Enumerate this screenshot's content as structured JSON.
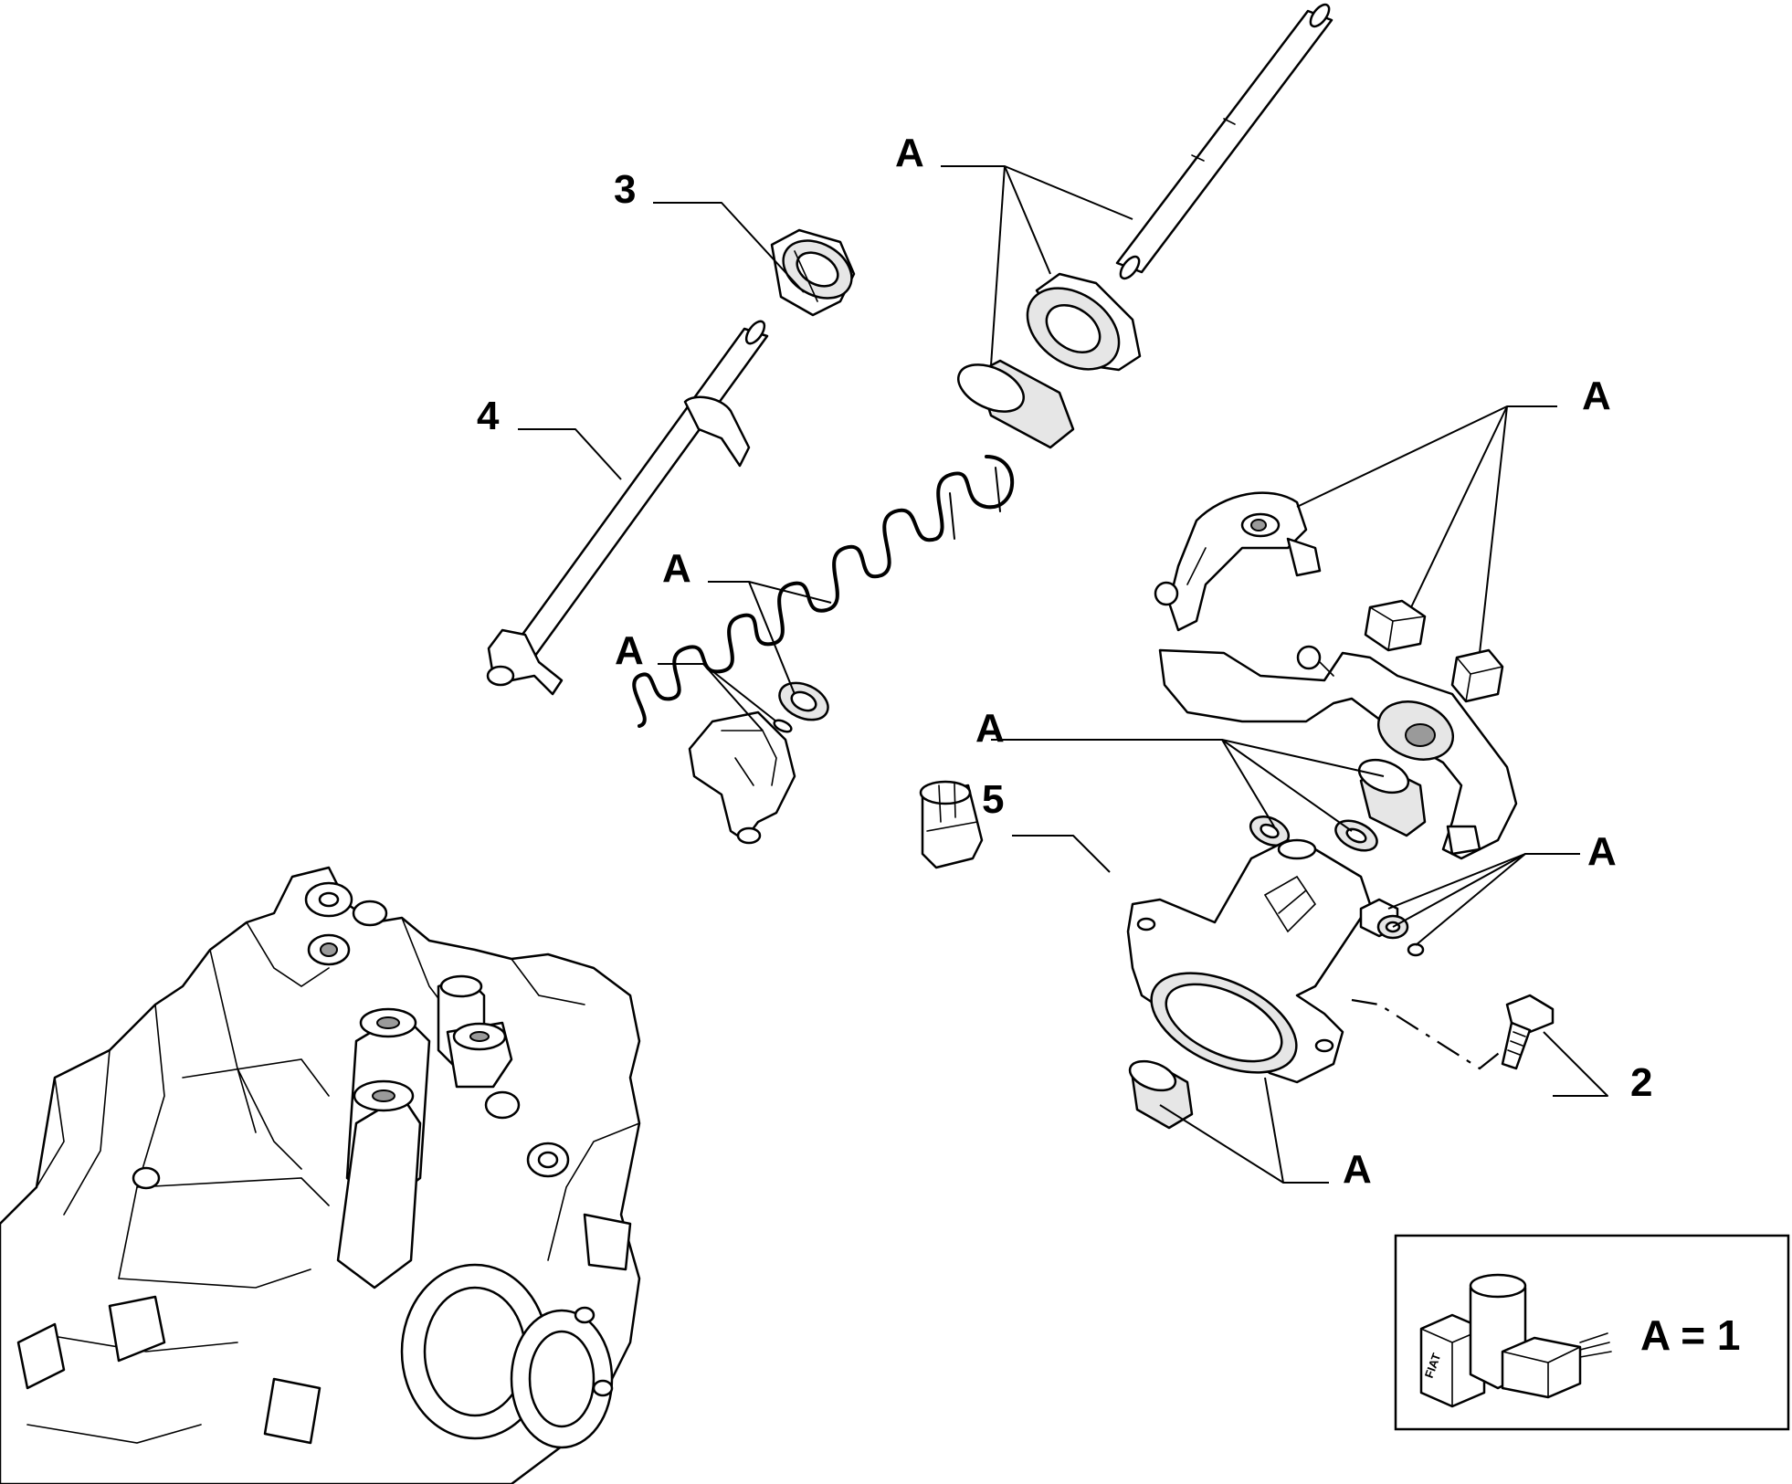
{
  "callouts": {
    "part_3": "3",
    "part_4": "4",
    "part_5": "5",
    "part_2": "2",
    "kit_label": "A"
  },
  "legend": {
    "equation": "A = 1",
    "package_brand": "FIAT"
  }
}
